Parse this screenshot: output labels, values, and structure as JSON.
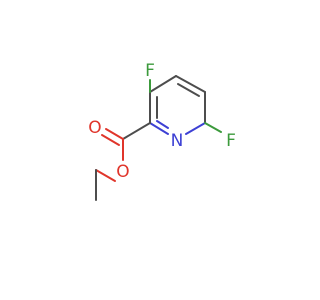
{
  "molecule": {
    "atoms": {
      "fluorine_top": "F",
      "fluorine_right": "F",
      "nitrogen": "N",
      "carbonyl_oxygen": "O",
      "ester_oxygen": "O"
    },
    "colors": {
      "carbon_bond": "#4d4d4d",
      "fluorine": "#3c9a3c",
      "oxygen": "#e0352b",
      "nitrogen": "#3d40d4"
    }
  }
}
